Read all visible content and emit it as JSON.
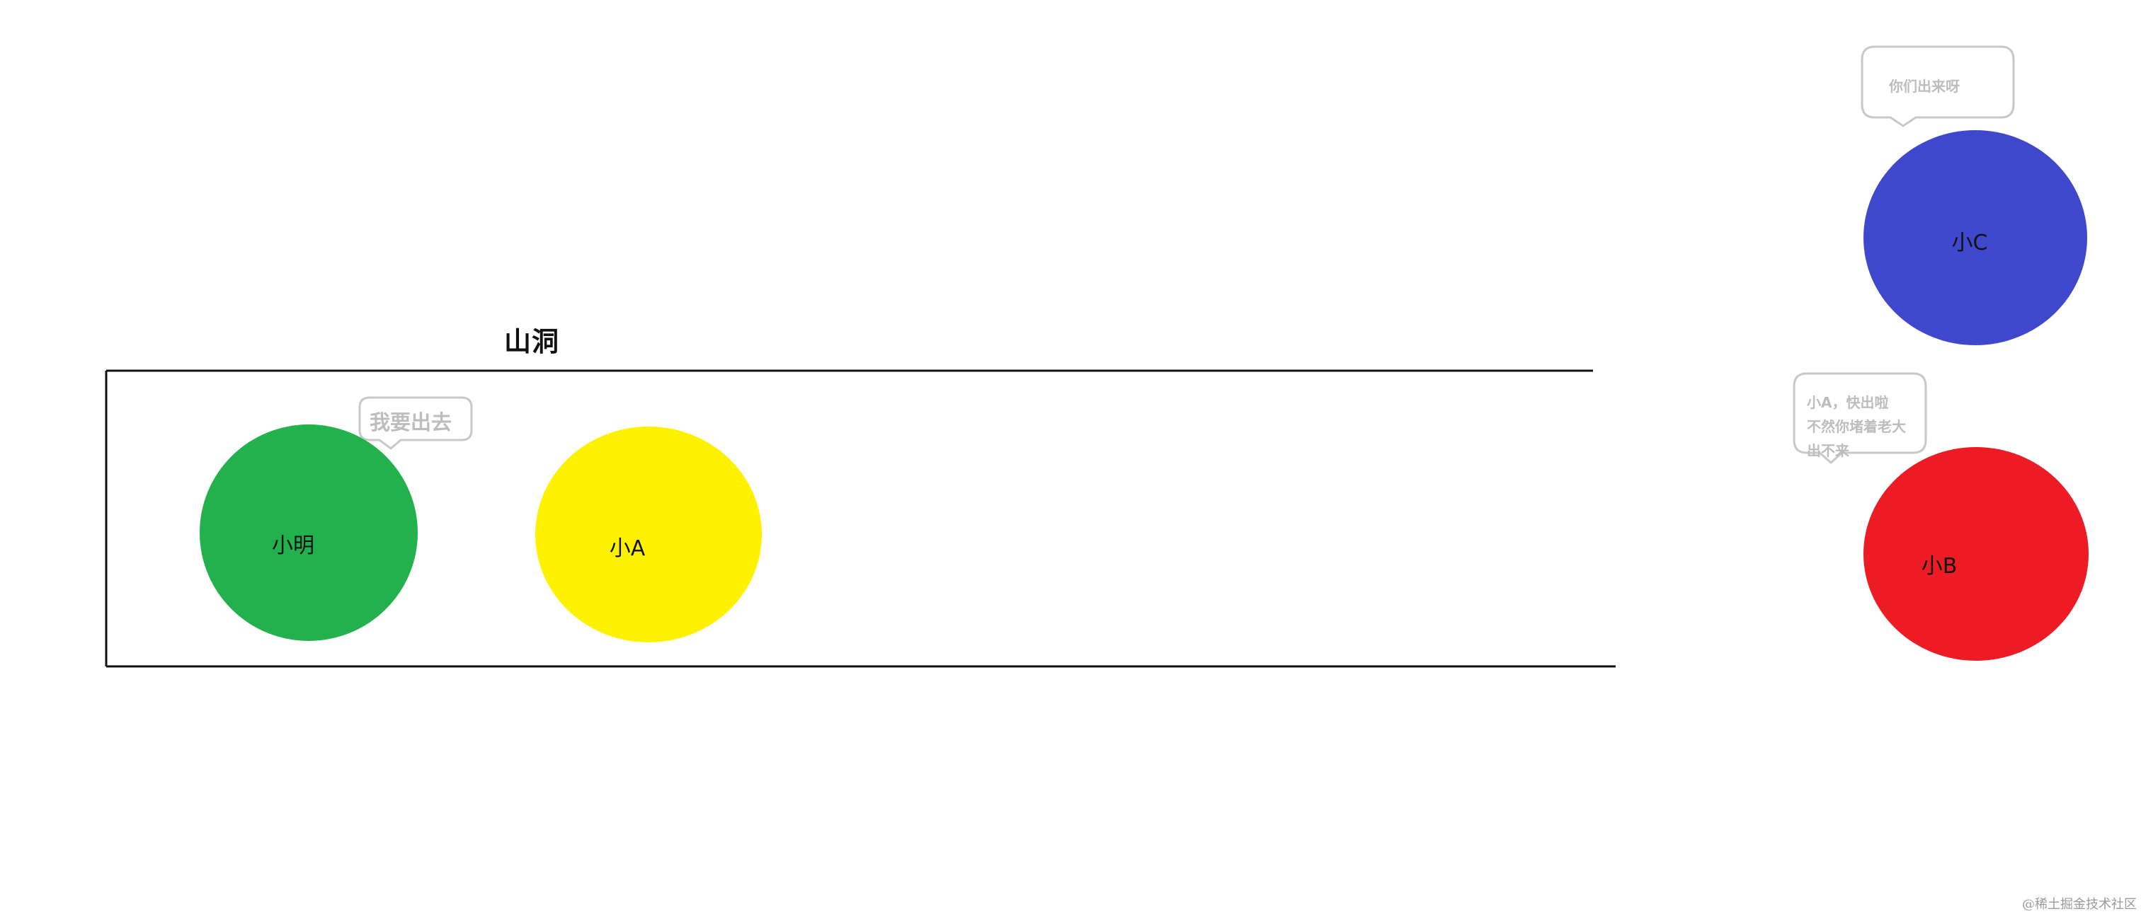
{
  "diagram": {
    "cave_label": "山洞",
    "characters": {
      "xiaoming": "小明",
      "xiaoa": "小A",
      "xiaoc": "小C",
      "xiaob": "小B"
    },
    "bubbles": {
      "xiaoming_says": "我要出去",
      "xiaoc_says": "你们出来呀",
      "xiaob_says_lines": [
        "小A，快出啦",
        "不然你堵着老大",
        "出不来"
      ]
    },
    "colors": {
      "xiaoming": "#22b14c",
      "xiaoa": "#fff200",
      "xiaoc": "#3f48cc",
      "xiaob": "#ed1c24",
      "bubble_stroke": "#c8c8c8",
      "bubble_text": "#bdbdbd"
    }
  },
  "watermark": "@稀土掘金技术社区"
}
